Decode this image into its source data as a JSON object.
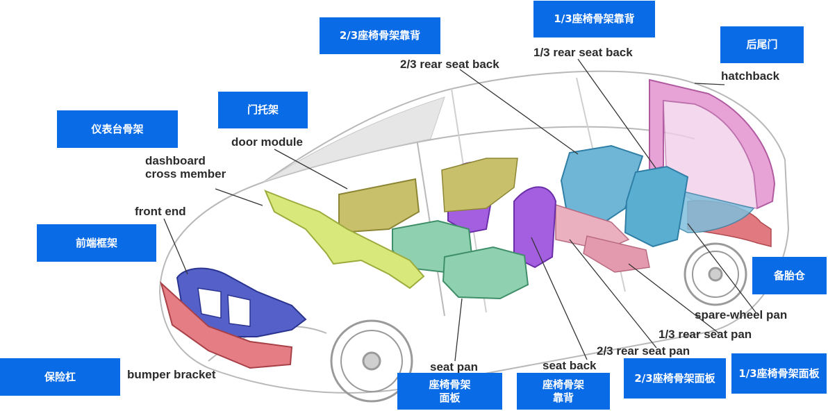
{
  "diagram": {
    "parts": [
      {
        "id": "bumper",
        "en": "bumper bracket",
        "cn": "保险杠",
        "color": "#e0737a"
      },
      {
        "id": "front",
        "en": "front end",
        "cn": "前端框架",
        "color": "#4a56c4"
      },
      {
        "id": "dash",
        "en": "dashboard\ncross member",
        "cn": "仪表台骨架",
        "color": "#d9e87a"
      },
      {
        "id": "door",
        "en": "door module",
        "cn": "门托架",
        "color": "#c8c06a"
      },
      {
        "id": "seatpan",
        "en": "seat pan",
        "cn": "座椅骨架\n面板",
        "color": "#7fc9a7"
      },
      {
        "id": "seatback",
        "en": "seat back",
        "cn": "座椅骨架\n靠背",
        "color": "#9a55d8"
      },
      {
        "id": "back23",
        "en": "2/3 rear seat back",
        "cn": "2/3座椅骨架靠背",
        "color": "#5aaed0"
      },
      {
        "id": "back13",
        "en": "1/3 rear seat back",
        "cn": "1/3座椅骨架靠背",
        "color": "#5aaed0"
      },
      {
        "id": "pan23",
        "en": "2/3 rear seat pan",
        "cn": "2/3座椅骨架面板",
        "color": "#e7a3b6"
      },
      {
        "id": "pan13",
        "en": "1/3 rear seat pan",
        "cn": "1/3座椅骨架面板",
        "color": "#e7a3b6"
      },
      {
        "id": "hatch",
        "en": "hatchback",
        "cn": "后尾门",
        "color": "#e38cd0"
      },
      {
        "id": "spare",
        "en": "spare-wheel pan",
        "cn": "备胎仓",
        "color": "#5aaed0"
      }
    ]
  }
}
